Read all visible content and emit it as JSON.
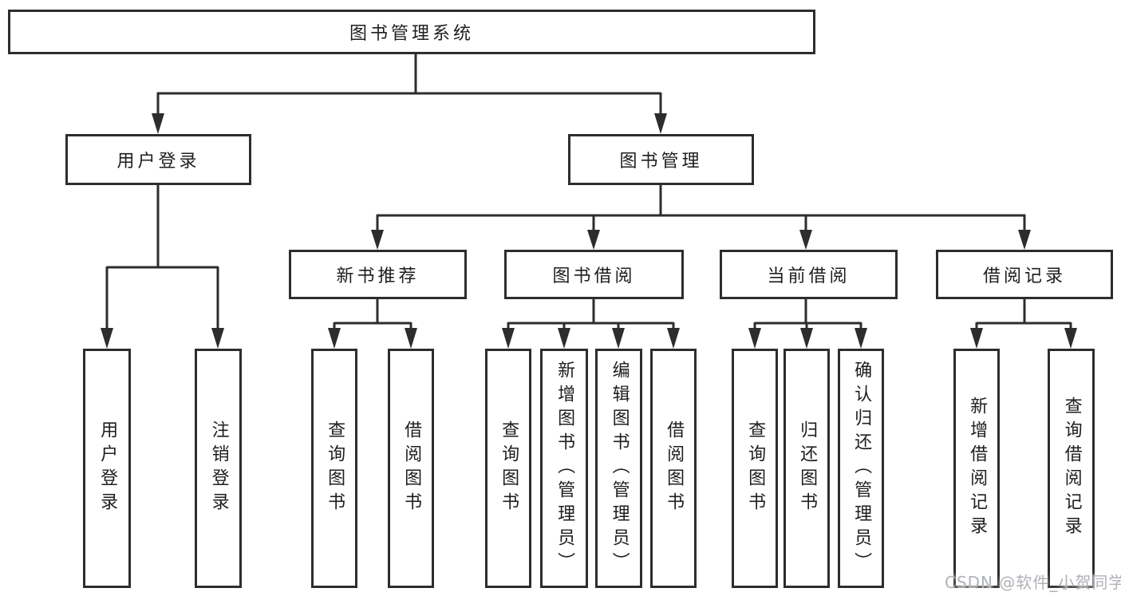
{
  "diagram": {
    "root": {
      "label": "图书管理系统"
    },
    "branches": [
      {
        "label": "用户登录",
        "children": [
          {
            "label": "用户登录"
          },
          {
            "label": "注销登录"
          }
        ]
      },
      {
        "label": "图书管理",
        "children": [
          {
            "label": "新书推荐",
            "children": [
              {
                "label": "查询图书"
              },
              {
                "label": "借阅图书"
              }
            ]
          },
          {
            "label": "图书借阅",
            "children": [
              {
                "label": "查询图书"
              },
              {
                "label": "新增图书（管理员）"
              },
              {
                "label": "编辑图书（管理员）"
              },
              {
                "label": "借阅图书"
              }
            ]
          },
          {
            "label": "当前借阅",
            "children": [
              {
                "label": "查询图书"
              },
              {
                "label": "归还图书"
              },
              {
                "label": "确认归还（管理员）"
              }
            ]
          },
          {
            "label": "借阅记录",
            "children": [
              {
                "label": "新增借阅记录"
              },
              {
                "label": "查询借阅记录"
              }
            ]
          }
        ]
      }
    ]
  },
  "watermark": {
    "text": "CSDN @软件_小贺同学"
  },
  "colors": {
    "line": "#2d2d2d",
    "box_border": "#2d2d2d",
    "text": "#1e1e1e",
    "background": "#ffffff",
    "watermark": "#aeb1b6"
  }
}
